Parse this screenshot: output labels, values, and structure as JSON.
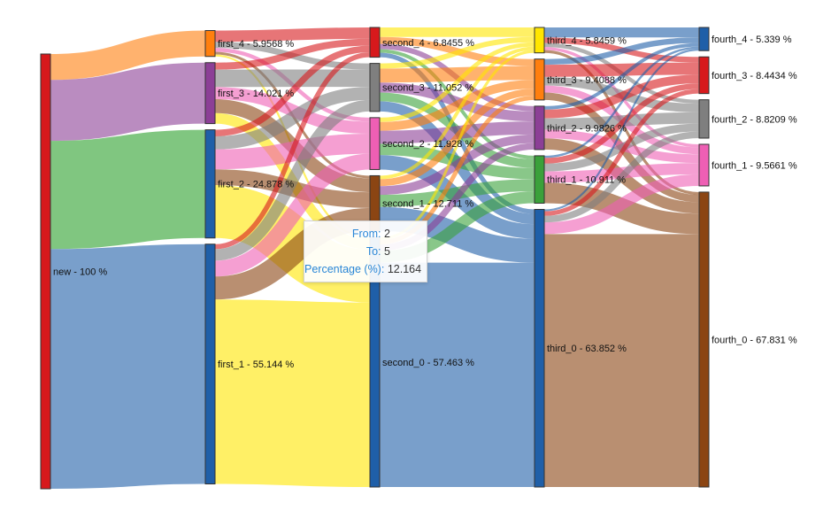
{
  "chart_data": {
    "type": "sankey",
    "nodes": [
      {
        "id": "new",
        "label": "new - 100 %",
        "column": 0,
        "value": 100,
        "color": "#d7191c"
      },
      {
        "id": "first_4",
        "label": "first_4 - 5.9568 %",
        "column": 1,
        "value": 5.9568,
        "color": "#ff7f0e"
      },
      {
        "id": "first_3",
        "label": "first_3 - 14.021 %",
        "column": 1,
        "value": 14.021,
        "color": "#8c3f96"
      },
      {
        "id": "first_2",
        "label": "first_2 - 24.878 %",
        "column": 1,
        "value": 24.878,
        "color": "#1f5fa8"
      },
      {
        "id": "first_1",
        "label": "first_1 - 55.144 %",
        "column": 1,
        "value": 55.144,
        "color": "#1f5fa8"
      },
      {
        "id": "second_4",
        "label": "second_4 - 6.8455 %",
        "column": 2,
        "value": 6.8455,
        "color": "#d7191c"
      },
      {
        "id": "second_3",
        "label": "second_3 - 11.052 %",
        "column": 2,
        "value": 11.052,
        "color": "#7f7f7f"
      },
      {
        "id": "second_2",
        "label": "second_2 - 11.928 %",
        "column": 2,
        "value": 11.928,
        "color": "#ee5fb4"
      },
      {
        "id": "second_1",
        "label": "second_1 - 12.711 %",
        "column": 2,
        "value": 12.711,
        "color": "#8b4513"
      },
      {
        "id": "second_0",
        "label": "second_0 - 57.463 %",
        "column": 2,
        "value": 57.463,
        "color": "#1f5fa8"
      },
      {
        "id": "third_4",
        "label": "third_4 - 5.8459 %",
        "column": 3,
        "value": 5.8459,
        "color": "#ffe600"
      },
      {
        "id": "third_3",
        "label": "third_3 - 9.4088 %",
        "column": 3,
        "value": 9.4088,
        "color": "#ff7f0e"
      },
      {
        "id": "third_2",
        "label": "third_2 - 9.9826 %",
        "column": 3,
        "value": 9.9826,
        "color": "#8c3f96"
      },
      {
        "id": "third_1",
        "label": "third_1 - 10.911 %",
        "column": 3,
        "value": 10.911,
        "color": "#3aa13a"
      },
      {
        "id": "third_0",
        "label": "third_0 - 63.852 %",
        "column": 3,
        "value": 63.852,
        "color": "#1f5fa8"
      },
      {
        "id": "fourth_4",
        "label": "fourth_4 - 5.339 %",
        "column": 4,
        "value": 5.339,
        "color": "#1f5fa8"
      },
      {
        "id": "fourth_3",
        "label": "fourth_3 - 8.4434 %",
        "column": 4,
        "value": 8.4434,
        "color": "#d7191c"
      },
      {
        "id": "fourth_2",
        "label": "fourth_2 - 8.8209 %",
        "column": 4,
        "value": 8.8209,
        "color": "#7f7f7f"
      },
      {
        "id": "fourth_1",
        "label": "fourth_1 - 9.5661 %",
        "column": 4,
        "value": 9.5661,
        "color": "#ee5fb4"
      },
      {
        "id": "fourth_0",
        "label": "fourth_0 - 67.831 %",
        "column": 4,
        "value": 67.831,
        "color": "#8b4513"
      }
    ],
    "links": [
      {
        "source": "new",
        "target": "first_4",
        "value": 5.9568,
        "color": "#ff7f0e"
      },
      {
        "source": "new",
        "target": "first_3",
        "value": 14.021,
        "color": "#8c3f96"
      },
      {
        "source": "new",
        "target": "first_2",
        "value": 24.878,
        "color": "#2ca02c"
      },
      {
        "source": "new",
        "target": "first_1",
        "value": 55.144,
        "color": "#1f5fa8"
      },
      {
        "source": "first_4",
        "target": "second_4",
        "value": 2.6,
        "color": "#d7191c"
      },
      {
        "source": "first_4",
        "target": "second_3",
        "value": 1.4,
        "color": "#7f7f7f"
      },
      {
        "source": "first_4",
        "target": "second_2",
        "value": 0.9,
        "color": "#ee5fb4"
      },
      {
        "source": "first_4",
        "target": "second_1",
        "value": 0.6,
        "color": "#8b4513"
      },
      {
        "source": "first_4",
        "target": "second_0",
        "value": 0.4568,
        "color": "#ffe600"
      },
      {
        "source": "first_3",
        "target": "second_4",
        "value": 1.6,
        "color": "#d7191c"
      },
      {
        "source": "first_3",
        "target": "second_3",
        "value": 4.0,
        "color": "#7f7f7f"
      },
      {
        "source": "first_3",
        "target": "second_2",
        "value": 2.8,
        "color": "#ee5fb4"
      },
      {
        "source": "first_3",
        "target": "second_1",
        "value": 3.2,
        "color": "#8b4513"
      },
      {
        "source": "first_3",
        "target": "second_0",
        "value": 2.421,
        "color": "#ffe600"
      },
      {
        "source": "first_2",
        "target": "second_4",
        "value": 1.5,
        "color": "#d7191c"
      },
      {
        "source": "first_2",
        "target": "second_3",
        "value": 3.0,
        "color": "#7f7f7f"
      },
      {
        "source": "first_2",
        "target": "second_2",
        "value": 4.6,
        "color": "#ee5fb4"
      },
      {
        "source": "first_2",
        "target": "second_1",
        "value": 3.614,
        "color": "#8b4513"
      },
      {
        "source": "first_2",
        "target": "second_0",
        "value": 12.164,
        "color": "#ffe600"
      },
      {
        "source": "first_1",
        "target": "second_4",
        "value": 1.1455,
        "color": "#d7191c"
      },
      {
        "source": "first_1",
        "target": "second_3",
        "value": 2.652,
        "color": "#7f7f7f"
      },
      {
        "source": "first_1",
        "target": "second_2",
        "value": 3.628,
        "color": "#ee5fb4"
      },
      {
        "source": "first_1",
        "target": "second_1",
        "value": 5.297,
        "color": "#8b4513"
      },
      {
        "source": "first_1",
        "target": "second_0",
        "value": 42.4215,
        "color": "#ffe600"
      },
      {
        "source": "second_4",
        "target": "third_4",
        "value": 2.2,
        "color": "#ffe600"
      },
      {
        "source": "second_4",
        "target": "third_3",
        "value": 1.6,
        "color": "#ff7f0e"
      },
      {
        "source": "second_4",
        "target": "third_2",
        "value": 1.2,
        "color": "#8c3f96"
      },
      {
        "source": "second_4",
        "target": "third_1",
        "value": 0.8,
        "color": "#3aa13a"
      },
      {
        "source": "second_4",
        "target": "third_0",
        "value": 1.0455,
        "color": "#1f5fa8"
      },
      {
        "source": "second_3",
        "target": "third_4",
        "value": 1.2,
        "color": "#ffe600"
      },
      {
        "source": "second_3",
        "target": "third_3",
        "value": 3.2,
        "color": "#ff7f0e"
      },
      {
        "source": "second_3",
        "target": "third_2",
        "value": 2.3,
        "color": "#8c3f96"
      },
      {
        "source": "second_3",
        "target": "third_1",
        "value": 2.0,
        "color": "#3aa13a"
      },
      {
        "source": "second_3",
        "target": "third_0",
        "value": 2.352,
        "color": "#1f5fa8"
      },
      {
        "source": "second_2",
        "target": "third_4",
        "value": 1.0,
        "color": "#ffe600"
      },
      {
        "source": "second_2",
        "target": "third_3",
        "value": 2.0,
        "color": "#ff7f0e"
      },
      {
        "source": "second_2",
        "target": "third_2",
        "value": 3.0,
        "color": "#8c3f96"
      },
      {
        "source": "second_2",
        "target": "third_1",
        "value": 2.6,
        "color": "#3aa13a"
      },
      {
        "source": "second_2",
        "target": "third_0",
        "value": 3.328,
        "color": "#1f5fa8"
      },
      {
        "source": "second_1",
        "target": "third_4",
        "value": 0.8,
        "color": "#ffe600"
      },
      {
        "source": "second_1",
        "target": "third_3",
        "value": 1.6,
        "color": "#ff7f0e"
      },
      {
        "source": "second_1",
        "target": "third_2",
        "value": 2.0,
        "color": "#8c3f96"
      },
      {
        "source": "second_1",
        "target": "third_1",
        "value": 2.8,
        "color": "#3aa13a"
      },
      {
        "source": "second_1",
        "target": "third_0",
        "value": 5.511,
        "color": "#1f5fa8"
      },
      {
        "source": "second_0",
        "target": "third_4",
        "value": 0.6459,
        "color": "#ffe600"
      },
      {
        "source": "second_0",
        "target": "third_3",
        "value": 1.0088,
        "color": "#ff7f0e"
      },
      {
        "source": "second_0",
        "target": "third_2",
        "value": 1.4826,
        "color": "#8c3f96"
      },
      {
        "source": "second_0",
        "target": "third_1",
        "value": 2.711,
        "color": "#3aa13a"
      },
      {
        "source": "second_0",
        "target": "third_0",
        "value": 51.6157,
        "color": "#1f5fa8"
      },
      {
        "source": "third_4",
        "target": "fourth_4",
        "value": 2.3,
        "color": "#1f5fa8"
      },
      {
        "source": "third_4",
        "target": "fourth_3",
        "value": 1.3,
        "color": "#d7191c"
      },
      {
        "source": "third_4",
        "target": "fourth_2",
        "value": 0.9,
        "color": "#7f7f7f"
      },
      {
        "source": "third_4",
        "target": "fourth_1",
        "value": 0.7,
        "color": "#ee5fb4"
      },
      {
        "source": "third_4",
        "target": "fourth_0",
        "value": 0.6459,
        "color": "#8b4513"
      },
      {
        "source": "third_3",
        "target": "fourth_4",
        "value": 1.3,
        "color": "#1f5fa8"
      },
      {
        "source": "third_3",
        "target": "fourth_3",
        "value": 2.8,
        "color": "#d7191c"
      },
      {
        "source": "third_3",
        "target": "fourth_2",
        "value": 2.0,
        "color": "#7f7f7f"
      },
      {
        "source": "third_3",
        "target": "fourth_1",
        "value": 1.6,
        "color": "#ee5fb4"
      },
      {
        "source": "third_3",
        "target": "fourth_0",
        "value": 1.7088,
        "color": "#8b4513"
      },
      {
        "source": "third_2",
        "target": "fourth_4",
        "value": 0.8,
        "color": "#1f5fa8"
      },
      {
        "source": "third_2",
        "target": "fourth_3",
        "value": 2.0,
        "color": "#d7191c"
      },
      {
        "source": "third_2",
        "target": "fourth_2",
        "value": 2.6,
        "color": "#7f7f7f"
      },
      {
        "source": "third_2",
        "target": "fourth_1",
        "value": 2.0,
        "color": "#ee5fb4"
      },
      {
        "source": "third_2",
        "target": "fourth_0",
        "value": 2.5826,
        "color": "#8b4513"
      },
      {
        "source": "third_1",
        "target": "fourth_4",
        "value": 0.5,
        "color": "#1f5fa8"
      },
      {
        "source": "third_1",
        "target": "fourth_3",
        "value": 1.3,
        "color": "#d7191c"
      },
      {
        "source": "third_1",
        "target": "fourth_2",
        "value": 1.8,
        "color": "#7f7f7f"
      },
      {
        "source": "third_1",
        "target": "fourth_1",
        "value": 2.6,
        "color": "#ee5fb4"
      },
      {
        "source": "third_1",
        "target": "fourth_0",
        "value": 4.711,
        "color": "#8b4513"
      },
      {
        "source": "third_0",
        "target": "fourth_4",
        "value": 0.439,
        "color": "#1f5fa8"
      },
      {
        "source": "third_0",
        "target": "fourth_3",
        "value": 1.0434,
        "color": "#d7191c"
      },
      {
        "source": "third_0",
        "target": "fourth_2",
        "value": 1.5209,
        "color": "#7f7f7f"
      },
      {
        "source": "third_0",
        "target": "fourth_1",
        "value": 2.6661,
        "color": "#ee5fb4"
      },
      {
        "source": "third_0",
        "target": "fourth_0",
        "value": 58.1826,
        "color": "#8b4513"
      }
    ]
  },
  "tooltip": {
    "from_label": "From:",
    "from_value": "2",
    "to_label": "To:",
    "to_value": "5",
    "pct_label": "Percentage (%):",
    "pct_value": "12.164"
  }
}
